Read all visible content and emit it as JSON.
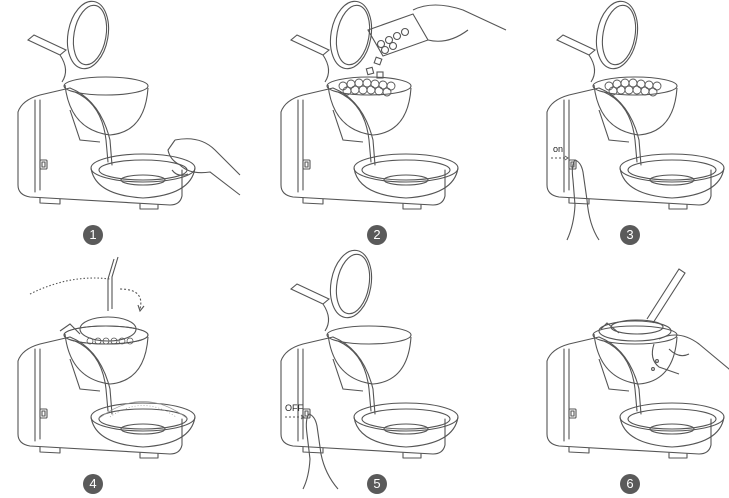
{
  "steps": [
    {
      "number": "1"
    },
    {
      "number": "2",
      "label": ""
    },
    {
      "number": "3",
      "label": "on"
    },
    {
      "number": "4",
      "label": ""
    },
    {
      "number": "5",
      "label": "OFF"
    },
    {
      "number": "6",
      "label": ""
    }
  ],
  "colors": {
    "line": "#555555",
    "badge": "#5a5a5a",
    "badge_text": "#ffffff"
  }
}
